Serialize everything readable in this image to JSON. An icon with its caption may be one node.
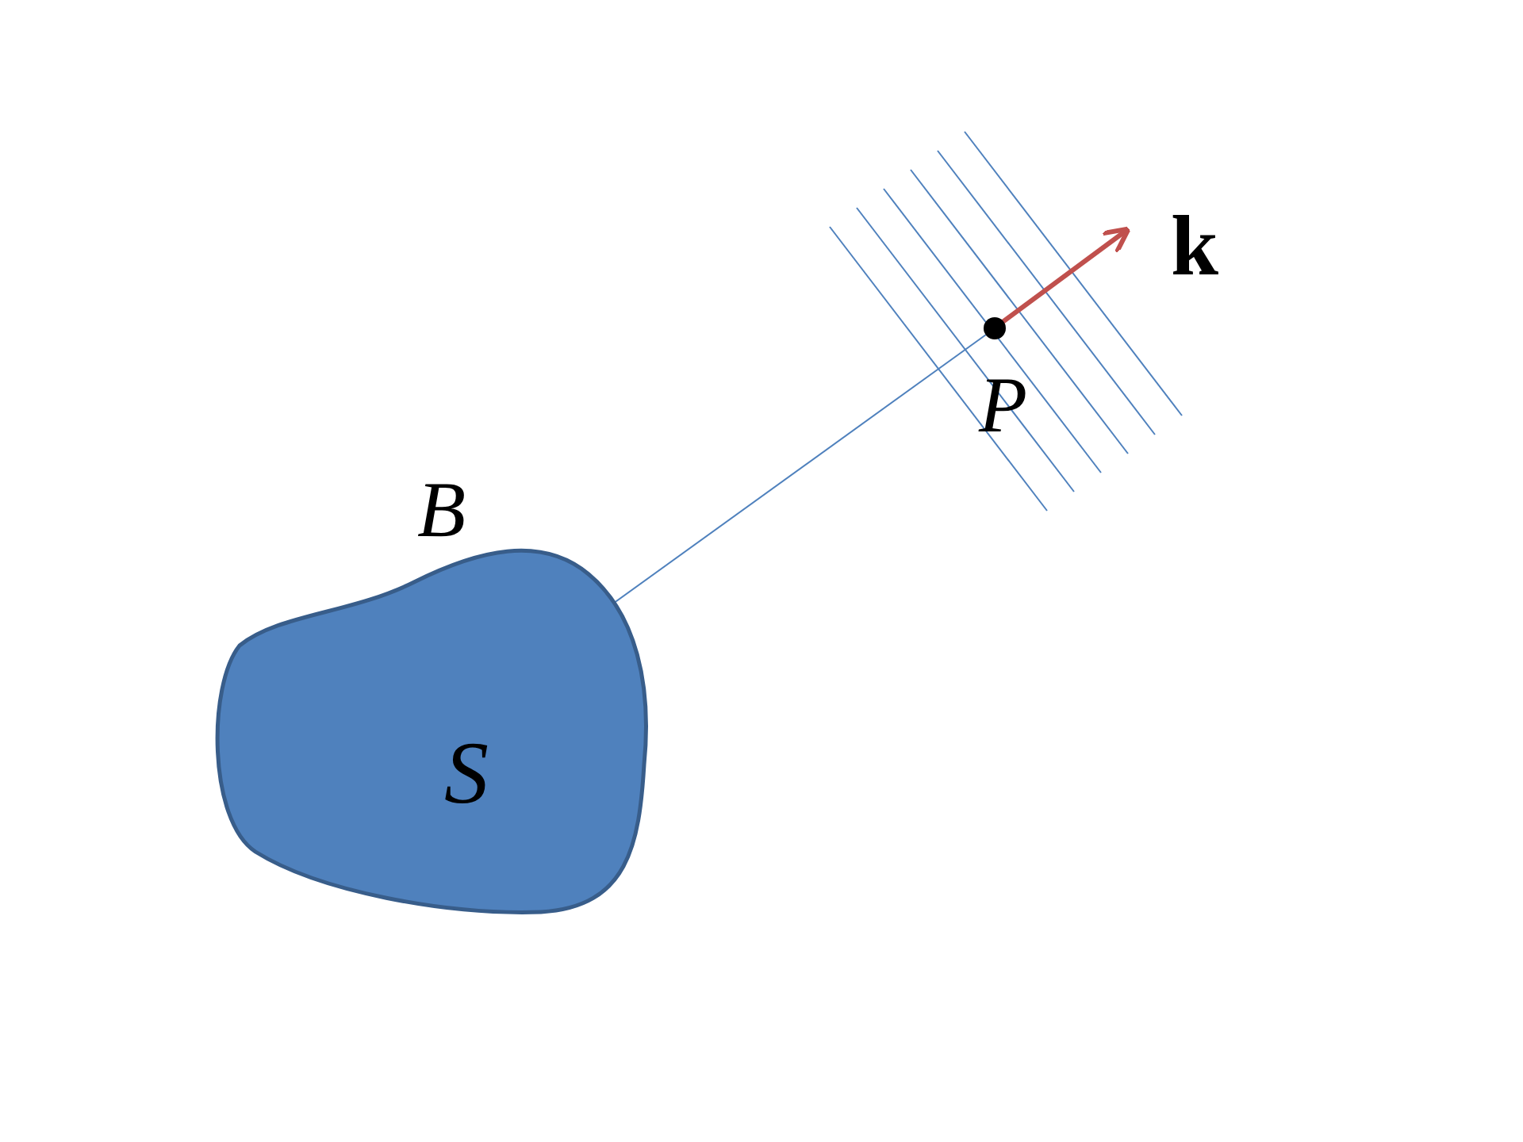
{
  "diagram": {
    "nodes": [
      {
        "text": [
          "S"
        ],
        "beside": [
          "B"
        ]
      },
      {
        "text": [],
        "shape": "circle",
        "beside": [
          "P"
        ]
      }
    ],
    "edges": [
      {
        "from": 0,
        "to": 1,
        "arrow": "none"
      }
    ],
    "labels": [
      "k"
    ]
  }
}
